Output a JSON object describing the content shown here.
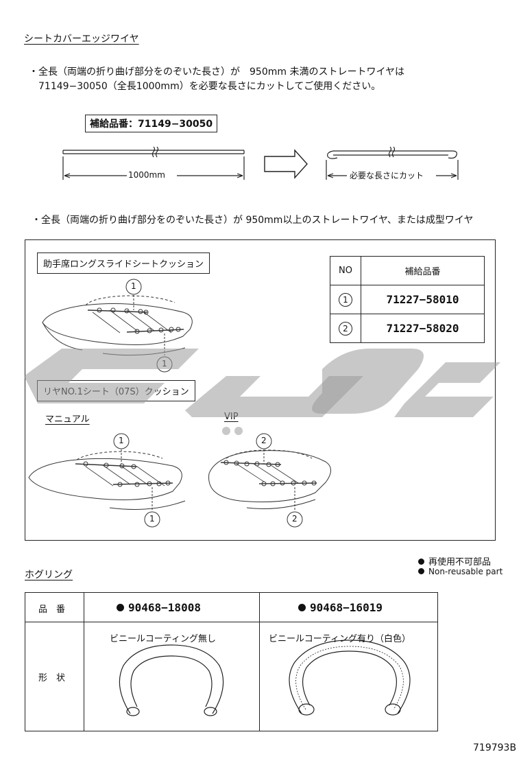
{
  "sections": {
    "edge_wire": {
      "heading": "シートカバーエッジワイヤ",
      "note1_line1": "・全長（両端の折り曲げ部分をのぞいた長さ）が　950mm 未満のストレートワイヤは",
      "note1_line2": "71149−30050（全長1000mm）を必要な長さにカットしてご使用ください。",
      "supply_label": "補給品番：71149−30050",
      "dim_label": "1000mm",
      "cut_label": "必要な長さにカット",
      "note2": "・全長（両端の折り曲げ部分をのぞいた長さ）が 950mm以上のストレートワイヤ、または成型ワイヤ"
    },
    "diagram_box": {
      "passenger_title": "助手席ロングスライドシートクッション",
      "rear_title": "リヤNO.1シート（07S）クッション",
      "manual_label": "マニュアル",
      "vip_label": "VIP",
      "callout_1": "1",
      "callout_2": "2",
      "table": {
        "header_no": "NO",
        "header_part": "補給品番",
        "rows": [
          {
            "no": "1",
            "part": "71227−58010"
          },
          {
            "no": "2",
            "part": "71227−58020"
          }
        ]
      }
    },
    "hog_ring": {
      "heading": "ホグリング",
      "legend_jp": "再使用不可部品",
      "legend_en": "Non-reusable part",
      "row1_label": "品　番",
      "row2_label": "形　状",
      "part1": "90468−18008",
      "part2": "90468−16019",
      "desc1": "ビニールコーティング無し",
      "desc2": "ビニールコーティング有り（白色）"
    }
  },
  "footer": {
    "code": "719793B"
  },
  "watermark": {
    "text": ""
  }
}
